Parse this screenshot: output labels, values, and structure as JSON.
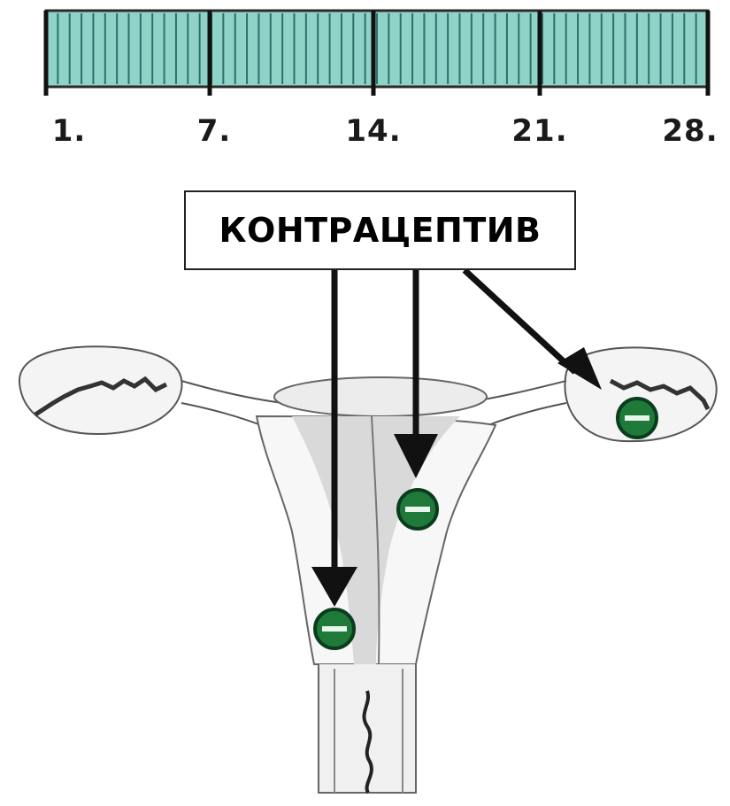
{
  "cycle_bar": {
    "days": [
      "1.",
      "7.",
      "14.",
      "21.",
      "28."
    ],
    "stripe_color": "#8fd3c8",
    "stripe_dark_color": "#2f6f68"
  },
  "label": {
    "text": "КОНТРАЦЕПТИВ"
  },
  "colors": {
    "arrow": "#111111",
    "marker_fill": "#1f7a3a",
    "marker_ring": "#0b3d1d",
    "organ_outline": "#555555",
    "organ_shade": "#d6d6d6",
    "ovary_texture": "#333333"
  },
  "icons": [
    "minus-sign-marker-icon"
  ]
}
